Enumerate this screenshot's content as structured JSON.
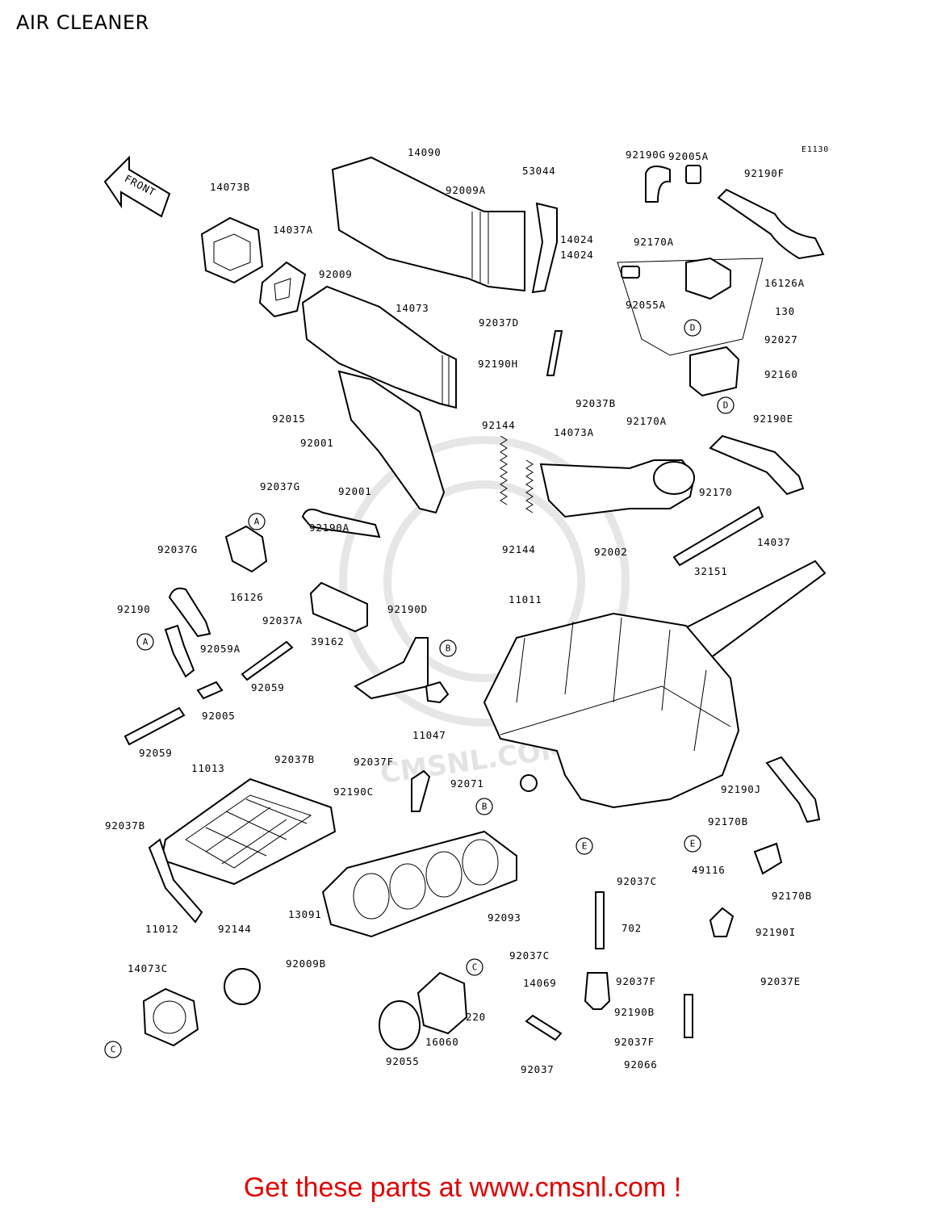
{
  "page": {
    "title": "AIR CLEANER"
  },
  "diagram": {
    "code": "E1130",
    "direction_label": "FRONT",
    "watermark": "CMSNL.COM",
    "ref_markers": [
      "A",
      "B",
      "C",
      "D",
      "E"
    ],
    "part_labels": [
      "14073B",
      "14090",
      "92009A",
      "53044",
      "92190G",
      "92005A",
      "92190F",
      "14037A",
      "92009",
      "14024",
      "14024",
      "92170A",
      "16126A",
      "92055A",
      "130",
      "14073",
      "92037D",
      "92027",
      "92190H",
      "92160",
      "92037B",
      "92015",
      "92001",
      "92144",
      "14073A",
      "92170A",
      "92190E",
      "92001",
      "92037G",
      "92170",
      "92190A",
      "92144",
      "32151",
      "14037",
      "92037G",
      "92002",
      "16126",
      "92190",
      "11011",
      "92037A",
      "92190D",
      "92059A",
      "39162",
      "92059",
      "92005",
      "11047",
      "92059",
      "92037B",
      "11013",
      "92037F",
      "92190C",
      "92071",
      "92190J",
      "92037B",
      "92170B",
      "49116",
      "92037C",
      "92170B",
      "11012",
      "13091",
      "92093",
      "702",
      "92144",
      "92009B",
      "92190I",
      "92037C",
      "14073C",
      "14069",
      "92037F",
      "92037E",
      "220",
      "92190B",
      "16060",
      "92037F",
      "92055",
      "92037",
      "92066"
    ],
    "colors": {
      "line": "#000000",
      "watermark": "#e3e3e3",
      "cta": "#e00000"
    }
  },
  "footer": {
    "cta": "Get these parts at www.cmsnl.com !"
  }
}
